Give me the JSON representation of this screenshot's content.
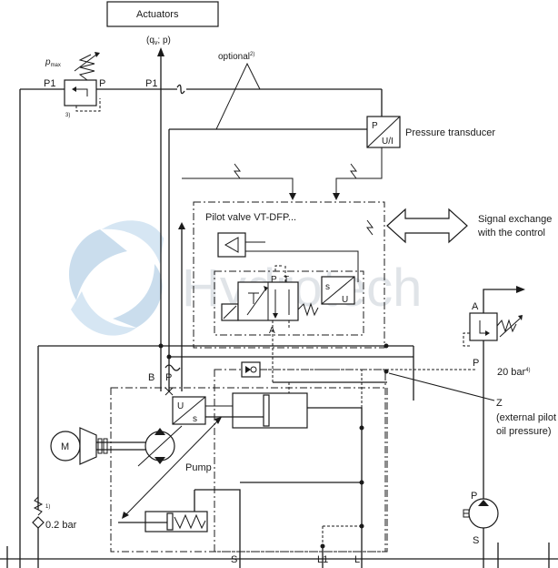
{
  "labels": {
    "actuators": "Actuators",
    "flow_pressure": "(q",
    "flow_sub": "v",
    "flow_rest": "; p)",
    "optional": "optional",
    "optional_note": "2)",
    "pmax": "p",
    "pmax_sub": "max",
    "p1_left": "P1",
    "p_relief": "P",
    "note3": "3)",
    "p1_top": "P1",
    "pressure_transducer": "Pressure transducer",
    "transducer_p": "P",
    "transducer_ui": "U/I",
    "pilot_valve": "Pilot valve VT-DFP...",
    "signal_exchange_1": "Signal exchange",
    "signal_exchange_2": "with the control",
    "port_p_pilot": "P",
    "port_t_pilot": "T",
    "port_a_pilot": "A",
    "sensor_s_u_s": "s",
    "sensor_s_u_u": "U",
    "port_b": "B",
    "port_p_main": "P",
    "sensor_u": "U",
    "sensor_s": "s",
    "motor": "M",
    "pump": "Pump",
    "note1": "1)",
    "check_value": "0.2 bar",
    "port_s_main": "S",
    "port_l1": "L1",
    "port_l": "L",
    "port_a_ext": "A",
    "port_p_ext": "P",
    "bar20": "20 bar",
    "note4": "4)",
    "z_label": "Z",
    "z_desc_1": "(external pilot",
    "z_desc_2": "oil pressure)",
    "pump_p": "P",
    "pump_s": "S"
  },
  "watermark": {
    "text": "Hydrotech"
  },
  "colors": {
    "line": "#1a1a1a",
    "watermark_blue": "#9fc3e0",
    "watermark_grey": "#c8ced6"
  }
}
